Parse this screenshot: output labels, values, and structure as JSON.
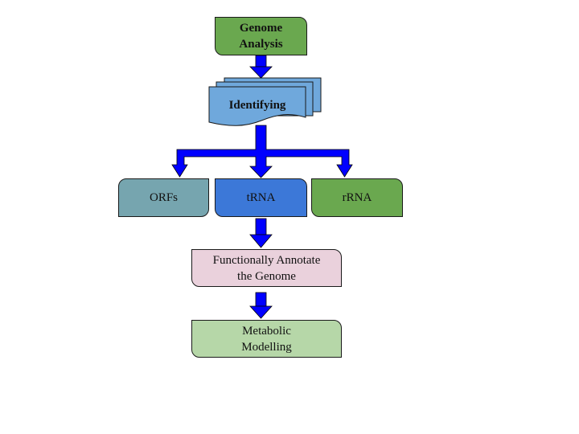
{
  "diagram": {
    "nodes": {
      "genome": {
        "label": "Genome\nAnalysis",
        "color": "#6aa84f"
      },
      "identify": {
        "label": "Identifying",
        "color": "#6fa8dc"
      },
      "orfs": {
        "label": "ORFs",
        "color": "#76a5af"
      },
      "trna": {
        "label": "tRNA",
        "color": "#3c78d8"
      },
      "rrna": {
        "label": "rRNA",
        "color": "#6aa84f"
      },
      "annotate": {
        "label": "Functionally Annotate\nthe Genome",
        "color": "#ead1dc"
      },
      "metabolic": {
        "label": "Metabolic\nModelling",
        "color": "#b6d7a8"
      }
    },
    "arrow_color": "#0000ff",
    "edges": [
      {
        "from": "genome",
        "to": "identify"
      },
      {
        "from": "identify",
        "to": "orfs"
      },
      {
        "from": "identify",
        "to": "trna"
      },
      {
        "from": "identify",
        "to": "rrna"
      },
      {
        "from": "trna",
        "to": "annotate"
      },
      {
        "from": "annotate",
        "to": "metabolic"
      }
    ]
  }
}
